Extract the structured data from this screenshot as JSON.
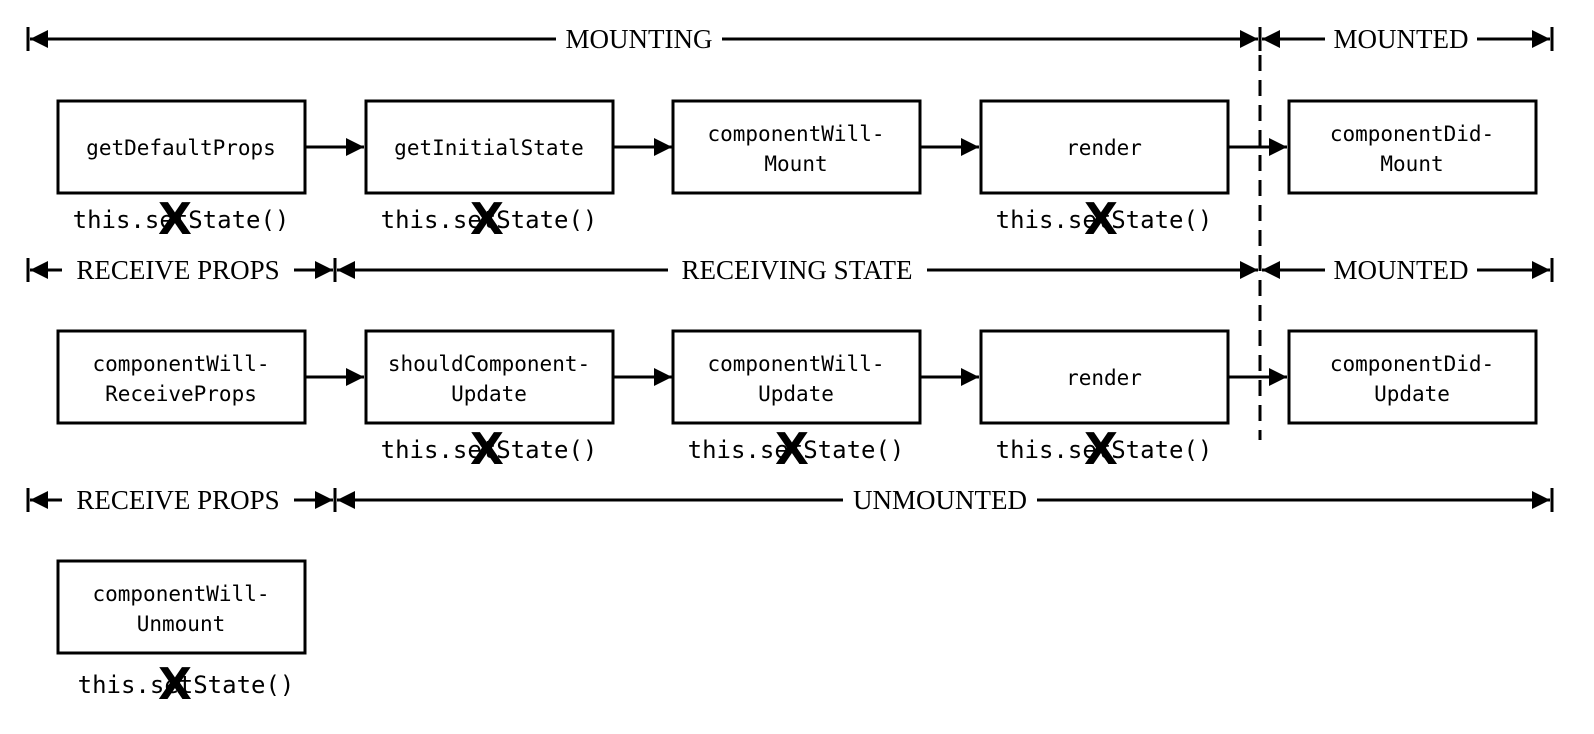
{
  "phases": {
    "mounting": "MOUNTING",
    "mounted_1": "MOUNTED",
    "receive_props_1": "RECEIVE PROPS",
    "receiving_state": "RECEIVING STATE",
    "mounted_2": "MOUNTED",
    "receive_props_2": "RECEIVE PROPS",
    "unmounted": "UNMOUNTED"
  },
  "rows": [
    {
      "boxes": [
        {
          "line1": "getDefaultProps",
          "line2": "",
          "setstate": true
        },
        {
          "line1": "getInitialState",
          "line2": "",
          "setstate": true
        },
        {
          "line1": "componentWill-",
          "line2": "Mount",
          "setstate": false
        },
        {
          "line1": "render",
          "line2": "",
          "setstate": true
        },
        {
          "line1": "componentDid-",
          "line2": "Mount",
          "setstate": false
        }
      ]
    },
    {
      "boxes": [
        {
          "line1": "componentWill-",
          "line2": "ReceiveProps",
          "setstate": false
        },
        {
          "line1": "shouldComponent-",
          "line2": "Update",
          "setstate": true
        },
        {
          "line1": "componentWill-",
          "line2": "Update",
          "setstate": true
        },
        {
          "line1": "render",
          "line2": "",
          "setstate": true
        },
        {
          "line1": "componentDid-",
          "line2": "Update",
          "setstate": false
        }
      ]
    },
    {
      "boxes": [
        {
          "line1": "componentWill-",
          "line2": "Unmount",
          "setstate": true
        }
      ]
    }
  ],
  "setstate_label": "this.setState()",
  "cross_glyph": "X"
}
